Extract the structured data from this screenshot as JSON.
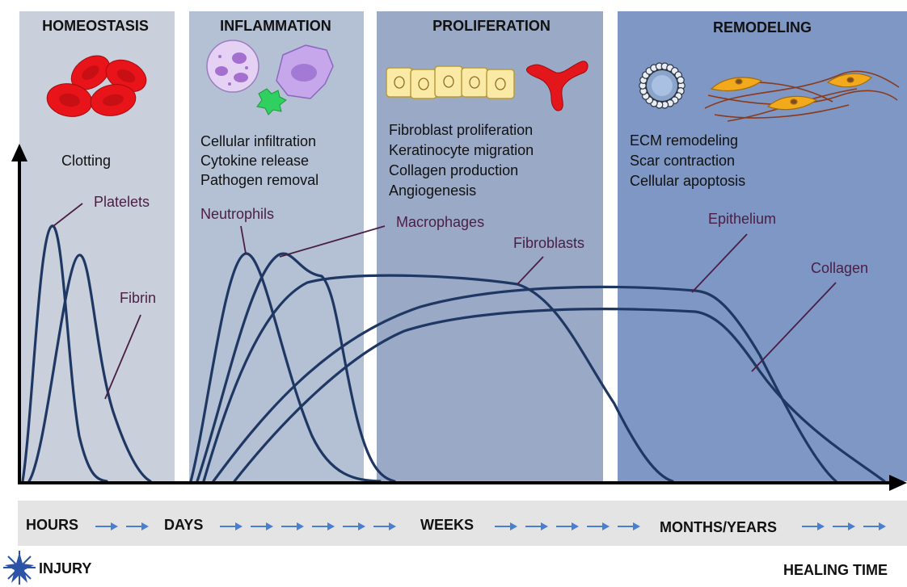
{
  "phases": [
    {
      "title": "HOMEOSTASIS",
      "lines": [
        "Clotting"
      ],
      "bg": "#c9d0dc"
    },
    {
      "title": "INFLAMMATION",
      "lines": [
        "Cellular infiltration",
        "Cytokine release",
        "Pathogen removal"
      ],
      "bg": "#b4c0d4"
    },
    {
      "title": "PROLIFERATION",
      "lines": [
        "Fibroblast proliferation",
        "Keratinocyte migration",
        "Collagen production",
        "Angiogenesis"
      ],
      "bg": "#9aaac6"
    },
    {
      "title": "REMODELING",
      "lines": [
        "ECM remodeling",
        "Scar contraction",
        "Cellular apoptosis"
      ],
      "bg": "#7e97c4"
    }
  ],
  "curves": {
    "platelets": "Platelets",
    "fibrin": "Fibrin",
    "neutrophils": "Neutrophils",
    "macrophages": "Macrophages",
    "fibroblasts": "Fibroblasts",
    "epithelium": "Epithelium",
    "collagen": "Collagen"
  },
  "timeline": {
    "labels": [
      "HOURS",
      "DAYS",
      "WEEKS",
      "MONTHS/YEARS"
    ],
    "bar_color": "#e4e4e4",
    "arrow_color": "#4a7fd0"
  },
  "footer": {
    "left": "INJURY",
    "right": "HEALING TIME"
  },
  "colors": {
    "curve": "#1f3763",
    "label": "#4a1e45",
    "blood_cell": "#e8141a",
    "vessel": "#e3161b"
  }
}
